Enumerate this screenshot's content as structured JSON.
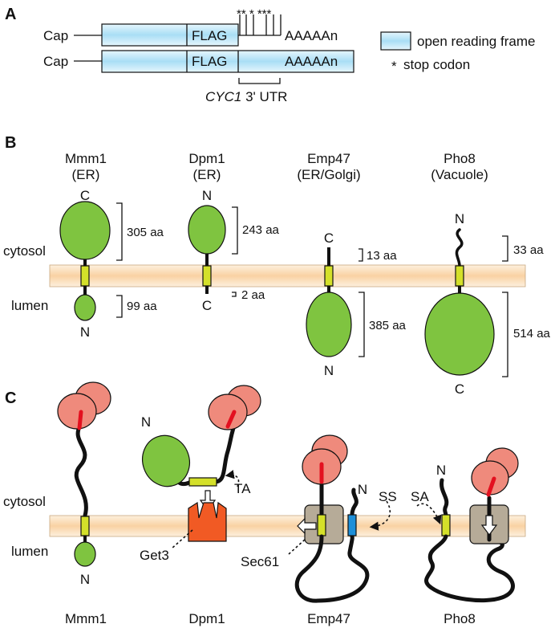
{
  "panel_a": {
    "label": "A",
    "construct_cap": "Cap",
    "flag": "FLAG",
    "polyA": "AAAAAn",
    "utr_italic": "CYC1",
    "utr_rest": " 3' UTR",
    "legend_orf": "open reading frame",
    "legend_stop_symbol": "*",
    "legend_stop": "stop codon",
    "stop_marks": "** *   ***"
  },
  "panel_b": {
    "label": "B",
    "cytosol": "cytosol",
    "lumen": "lumen",
    "proteins": [
      {
        "name": "Mmm1",
        "location": "(ER)",
        "top_terminus": "C",
        "bottom_terminus": "N",
        "top_length": "305 aa",
        "bottom_length": "99 aa"
      },
      {
        "name": "Dpm1",
        "location": "(ER)",
        "top_terminus": "N",
        "bottom_terminus": "C",
        "top_length": "243 aa",
        "bottom_length": "2 aa"
      },
      {
        "name": "Emp47",
        "location": "(ER/Golgi)",
        "top_terminus": "C",
        "bottom_terminus": "N",
        "top_length": "13 aa",
        "bottom_length": "385 aa"
      },
      {
        "name": "Pho8",
        "location": "(Vacuole)",
        "top_terminus": "N",
        "bottom_terminus": "C",
        "top_length": "33 aa",
        "bottom_length": "514 aa"
      }
    ]
  },
  "panel_c": {
    "label": "C",
    "cytosol": "cytosol",
    "lumen": "lumen",
    "mmm1_n": "N",
    "dpm1_n": "N",
    "emp47_n": "N",
    "pho8_n": "N",
    "ta": "TA",
    "ss": "SS",
    "sa": "SA",
    "get3": "Get3",
    "sec61": "Sec61",
    "names": [
      "Mmm1",
      "Dpm1",
      "Emp47",
      "Pho8"
    ]
  },
  "colors": {
    "orf": "#bfe6f7",
    "membrane": "#fbe1bf",
    "domain": "#7fc440",
    "tmd": "#d4e02a",
    "gfp": "#ef8a7c",
    "get3": "#f15a24",
    "sec61": "#b6ab98",
    "signal": "#1e8fd8"
  }
}
